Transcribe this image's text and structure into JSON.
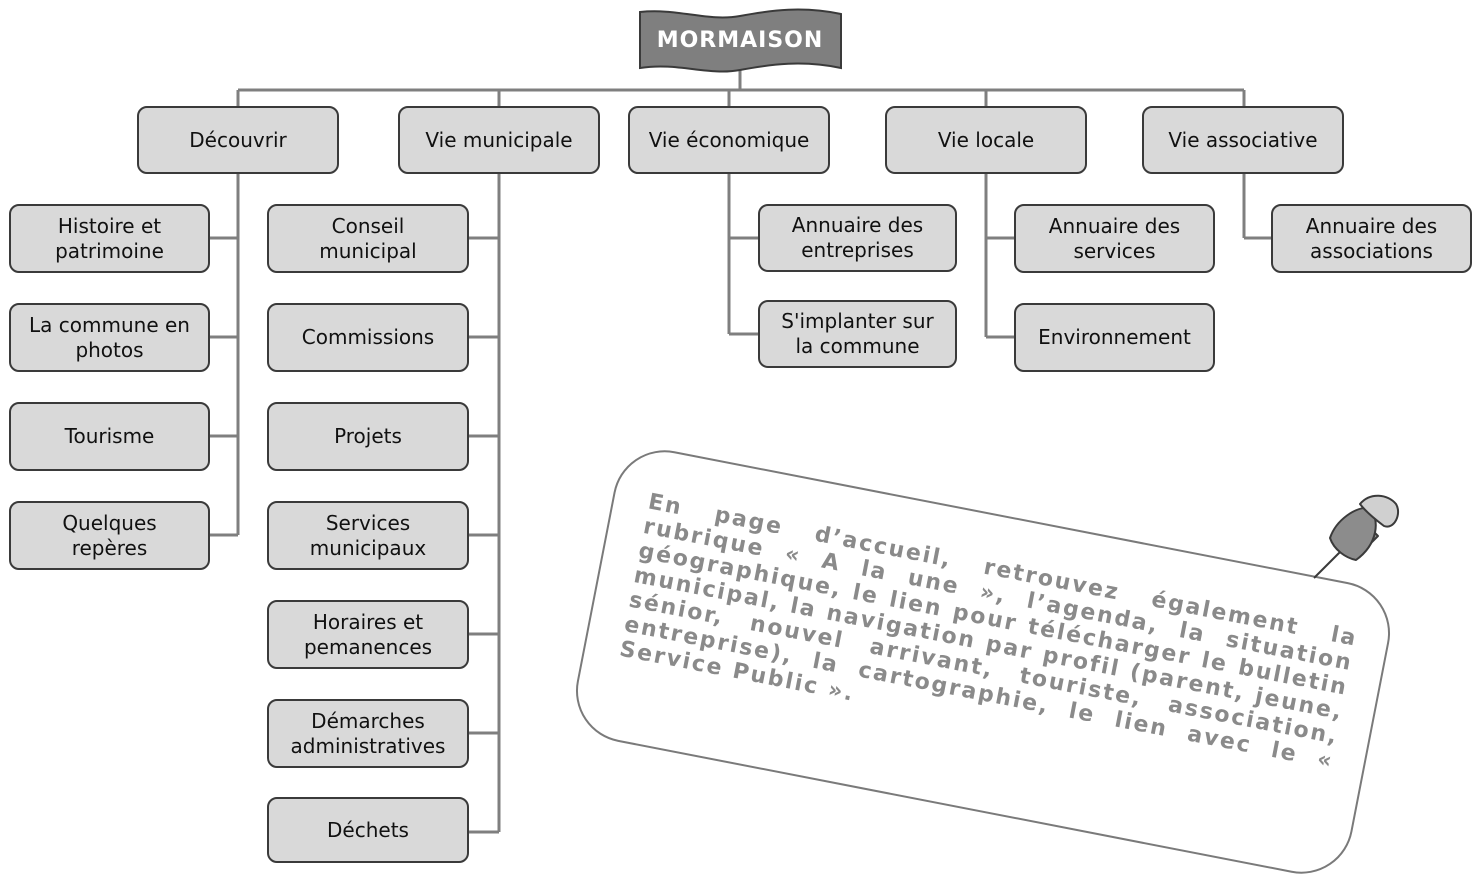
{
  "title": "MORMAISON",
  "categories": [
    {
      "label": "Découvrir",
      "items": [
        "Histoire et\npatrimoine",
        "La commune en\nphotos",
        "Tourisme",
        "Quelques\nrepères"
      ]
    },
    {
      "label": "Vie municipale",
      "items": [
        "Conseil\nmunicipal",
        "Commissions",
        "Projets",
        "Services\nmunicipaux",
        "Horaires et\npemanences",
        "Démarches\nadministratives",
        "Déchets"
      ]
    },
    {
      "label": "Vie économique",
      "items": [
        "Annuaire des\nentreprises",
        "S'implanter sur\nla commune"
      ]
    },
    {
      "label": "Vie locale",
      "items": [
        "Annuaire des\nservices",
        "Environnement"
      ]
    },
    {
      "label": "Vie associative",
      "items": [
        "Annuaire des\nassociations"
      ]
    }
  ],
  "note": {
    "text": "En page d’accueil, retrouvez également la rubrique « A la une », l’agenda, la situation géographique, le lien pour télécharger le bulletin municipal, la navigation par profil (parent, jeune, sénior, nouvel arrivant, touriste, association, entreprise), la cartographie, le lien avec le « Service Public »."
  },
  "icons": {
    "pin": "pushpin-icon",
    "banner": "flag-banner-icon"
  },
  "colors": {
    "node_fill": "#d9d9d9",
    "node_border": "#3a3a3a",
    "connector": "#7f7f7f",
    "banner_fill": "#7f7f7f",
    "note_text": "#8a8a8a"
  }
}
